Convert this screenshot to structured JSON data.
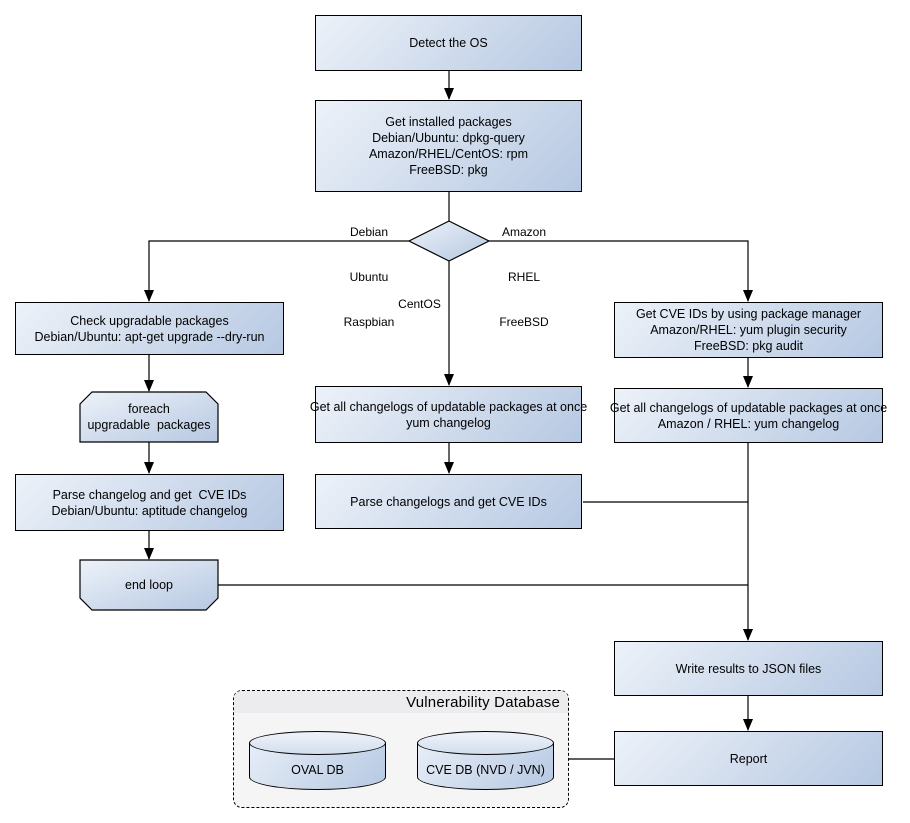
{
  "diagram": {
    "nodes": {
      "detect_os": {
        "lines": [
          "Detect the OS"
        ]
      },
      "get_installed": {
        "lines": [
          "Get installed packages",
          "Debian/Ubuntu: dpkg-query",
          "Amazon/RHEL/CentOS: rpm",
          "FreeBSD: pkg"
        ]
      },
      "check_upgradable": {
        "lines": [
          "Check upgradable packages",
          "Debian/Ubuntu: apt-get upgrade --dry-run"
        ]
      },
      "foreach_loop": {
        "lines": [
          "foreach",
          "upgradable  packages"
        ]
      },
      "parse_changelog_apt": {
        "lines": [
          "Parse changelog and get  CVE IDs",
          "Debian/Ubuntu: aptitude changelog"
        ]
      },
      "end_loop": {
        "lines": [
          "end loop"
        ]
      },
      "get_changelogs_yum": {
        "lines": [
          "Get all changelogs of updatable packages at once",
          "yum changelog"
        ]
      },
      "parse_changelogs_yum": {
        "lines": [
          "Parse changelogs and get CVE IDs"
        ]
      },
      "get_cve_pkg_mgr": {
        "lines": [
          "Get CVE IDs by using package manager",
          "Amazon/RHEL: yum plugin security",
          "FreeBSD: pkg audit"
        ]
      },
      "get_changelogs_amzn": {
        "lines": [
          "Get all changelogs of updatable packages at once",
          "Amazon / RHEL: yum changelog"
        ]
      },
      "write_json": {
        "lines": [
          "Write results to JSON files"
        ]
      },
      "report": {
        "lines": [
          "Report"
        ]
      }
    },
    "decision_labels": {
      "left": [
        "Debian",
        "Ubuntu",
        "Raspbian"
      ],
      "right": [
        "Amazon",
        "RHEL",
        "FreeBSD"
      ],
      "bottom": [
        "CentOS"
      ]
    },
    "database": {
      "title": "Vulnerability Database",
      "cylinders": [
        {
          "label": "OVAL DB"
        },
        {
          "label": "CVE DB (NVD / JVN)"
        }
      ]
    },
    "colors": {
      "node_gradient_start": "#edf2f9",
      "node_gradient_end": "#b6c8e2",
      "node_border": "#000000",
      "db_container_fill": "#f5f5f6",
      "db_header_fill": "#ececee"
    }
  }
}
